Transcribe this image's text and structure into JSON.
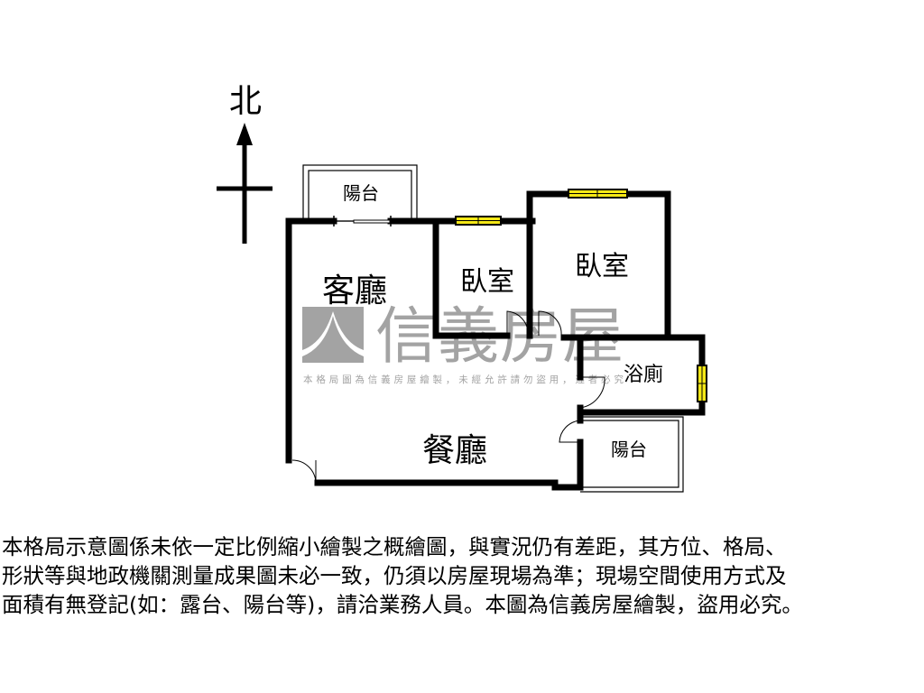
{
  "compass": {
    "north_label": "北"
  },
  "rooms": {
    "living_room": "客廳",
    "dining_room": "餐廳",
    "bedroom_1": "臥室",
    "bedroom_2": "臥室",
    "bathroom": "浴廁",
    "balcony_north": "陽台",
    "balcony_south": "陽台"
  },
  "watermark": {
    "brand": "信義房屋",
    "notice": "本格局圖為信義房屋繪製，未經允許請勿盜用，違者必究"
  },
  "colors": {
    "wall": "#000000",
    "window": "#f5e816",
    "watermark": "#a3a3a3"
  },
  "disclaimer": {
    "lines": [
      "本格局示意圖係未依一定比例縮小繪製之概繪圖，與實況仍有差距，其方位、格局、",
      "形狀等與地政機關測量成果圖未必一致，仍須以房屋現場為準；現場空間使用方式及",
      "面積有無登記(如：露台、陽台等)，請洽業務人員。本圖為信義房屋繪製，盜用必究。"
    ]
  }
}
